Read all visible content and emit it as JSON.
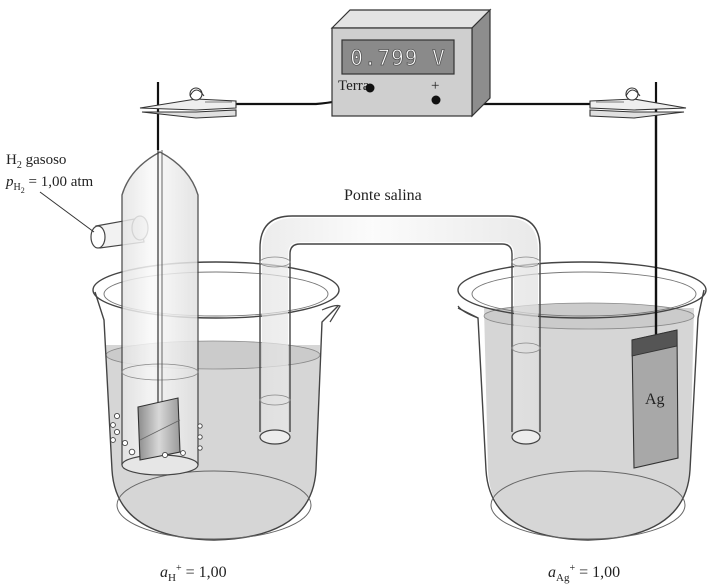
{
  "voltmeter": {
    "reading": "0.799 V",
    "ground_label": "Terra",
    "positive_label": "+"
  },
  "gas_label": {
    "line1": "H",
    "line1_sub": "2",
    "line1_rest": " gasoso",
    "p": "p",
    "p_sub": "H",
    "p_subsub": "2",
    "p_rest": " = 1,00 atm"
  },
  "salt_bridge_label": "Ponte salina",
  "electrode_label": "Ag",
  "left_activity": {
    "a": "a",
    "sub": "H",
    "sup": "+",
    "value": " = 1,00"
  },
  "right_activity": {
    "a": "a",
    "sub": "Ag",
    "sup": "+",
    "value": " = 1,00"
  },
  "colors": {
    "solution": "#d6d6d6",
    "glass": "#efefef",
    "outline": "#444444",
    "wire": "#111111",
    "meter_face": "#cfcfcf",
    "lcd": "#8a8a8a",
    "silver": "#b9b9b9"
  }
}
